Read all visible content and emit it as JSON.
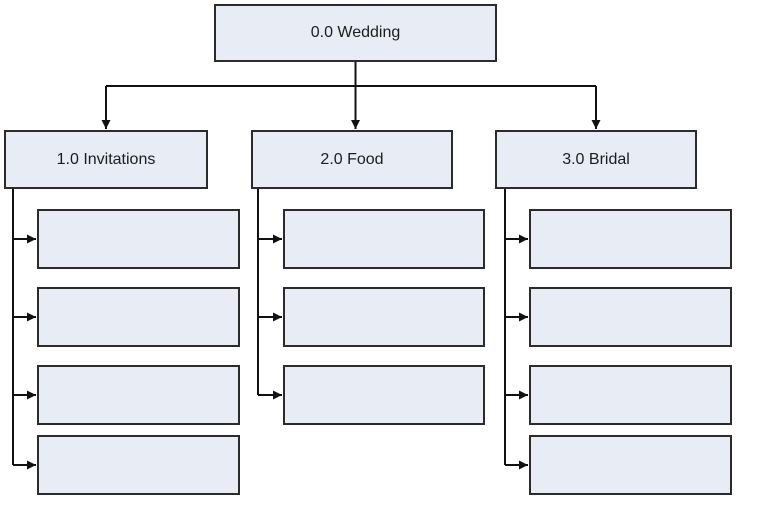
{
  "diagram": {
    "type": "work-breakdown-structure",
    "root": {
      "label": "0.0 Wedding"
    },
    "branches": [
      {
        "label": "1.0 Invitations",
        "children": 4
      },
      {
        "label": "2.0 Food",
        "children": 3
      },
      {
        "label": "3.0 Bridal",
        "children": 4
      }
    ],
    "colors": {
      "background": "#ffffff",
      "box_fill": "#e7ecf5",
      "box_border": "#2b2b2b",
      "connector": "#111111",
      "text": "#1c1c1c"
    }
  }
}
